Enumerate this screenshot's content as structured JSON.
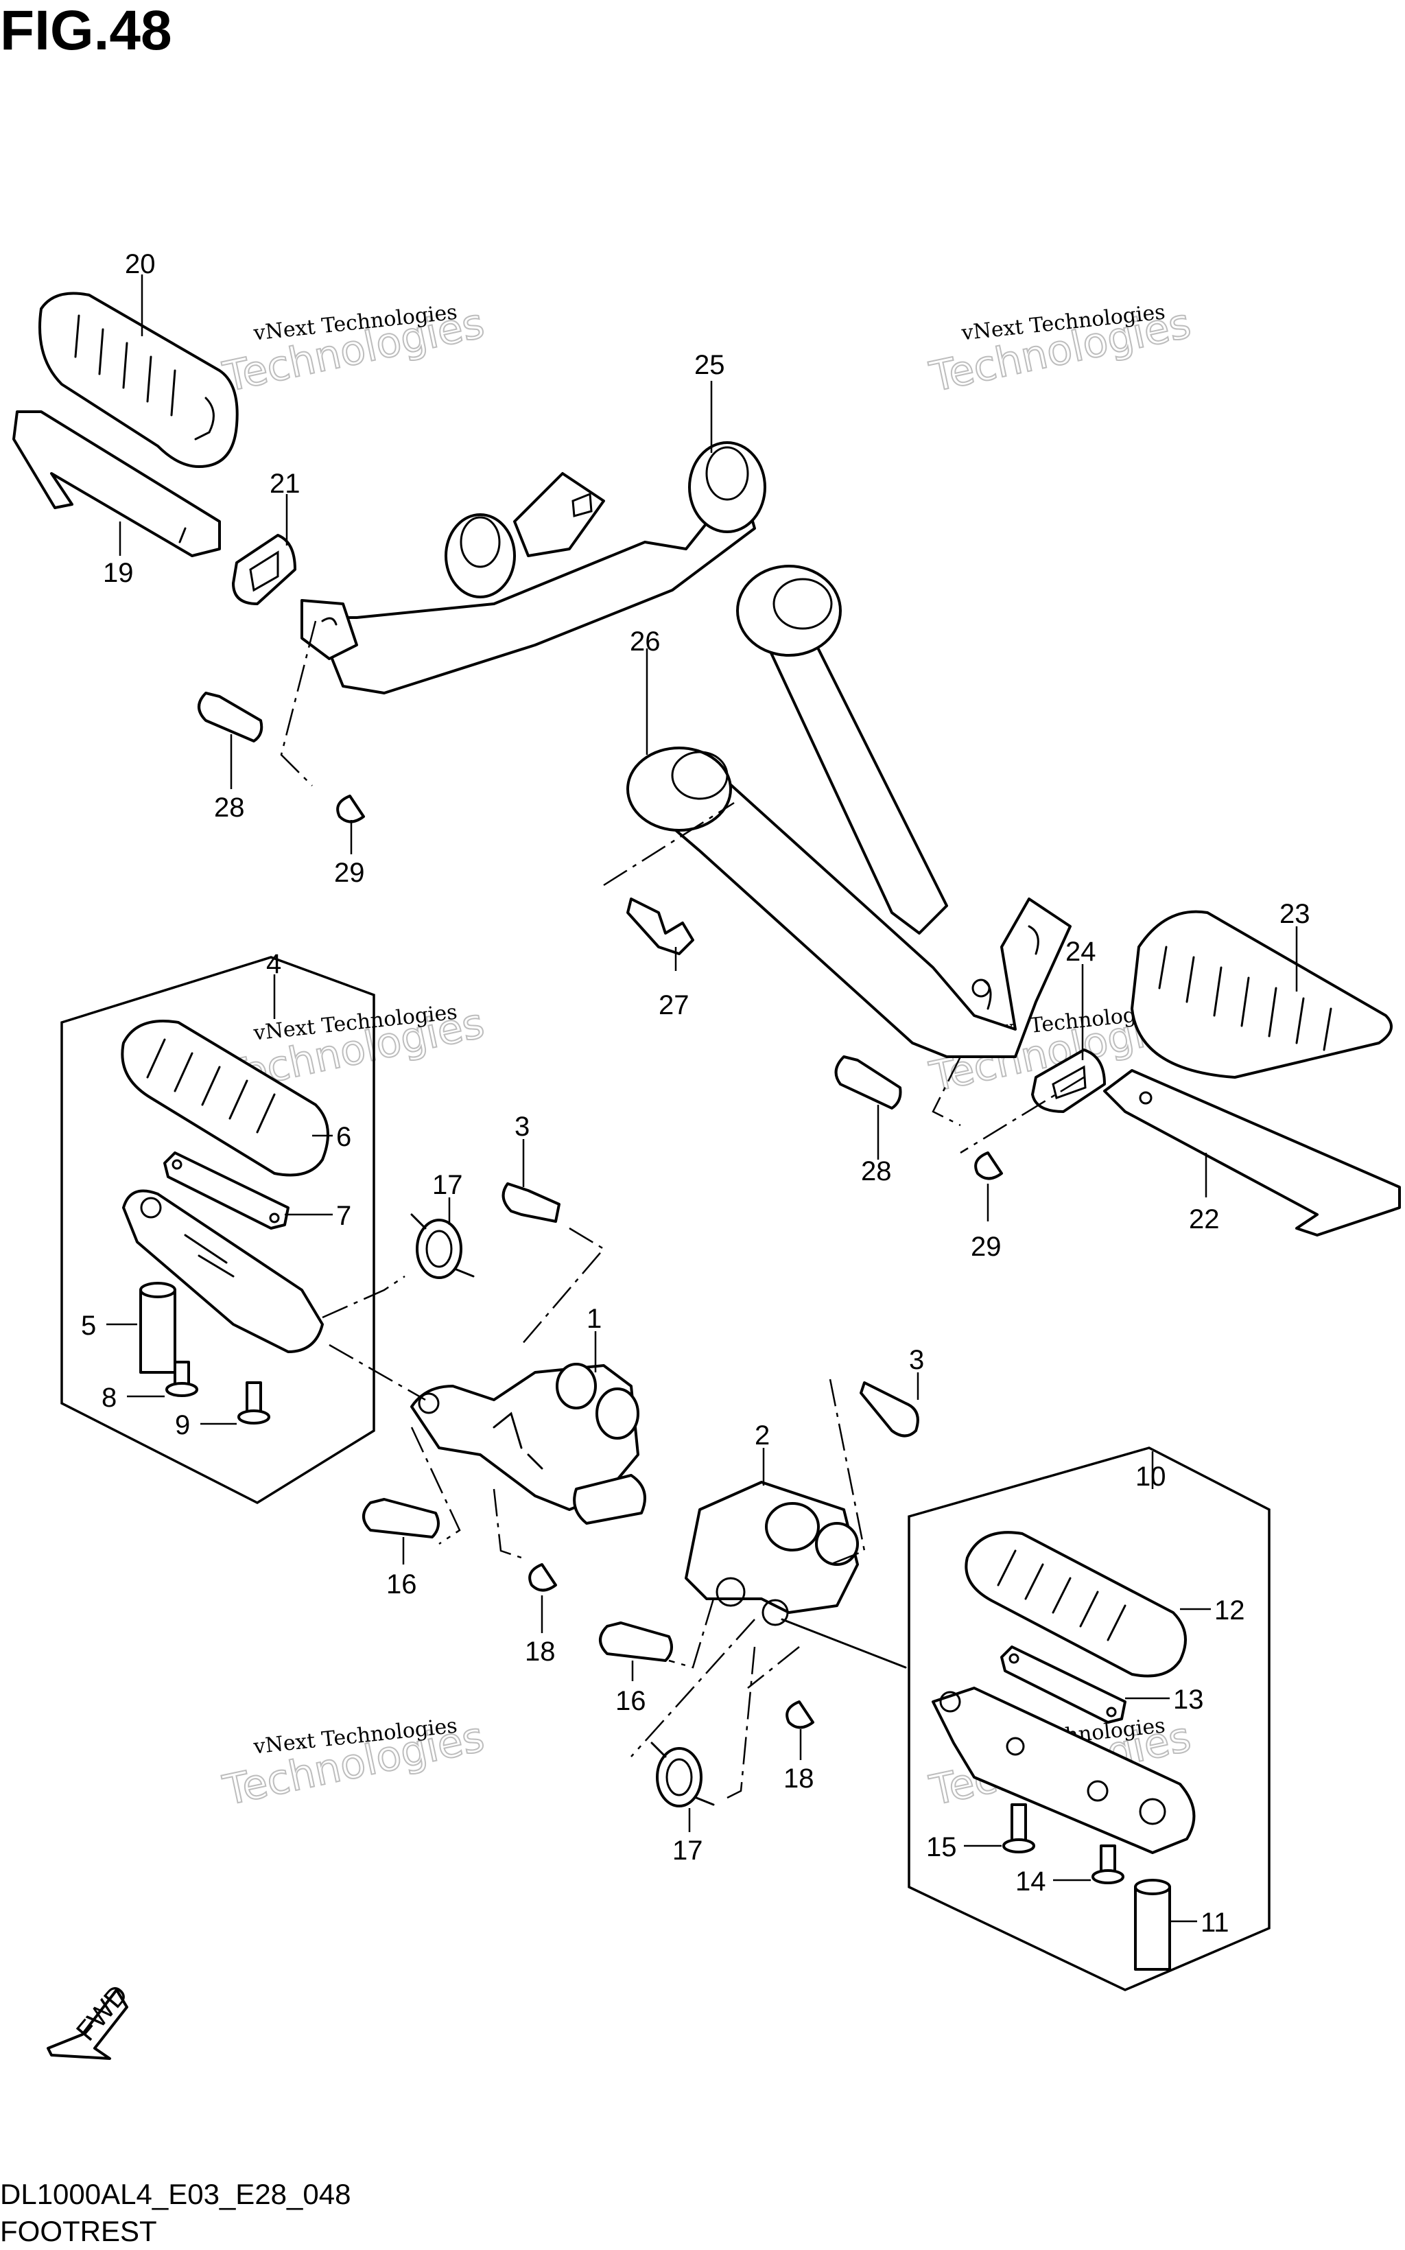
{
  "figure": {
    "title": "FIG.48",
    "code": "DL1000AL4_E03_E28_048",
    "name": "FOOTREST",
    "fwd_label": "FWD"
  },
  "watermark": {
    "line1": "vNext Technologies",
    "line2": "Technologies"
  },
  "callouts": [
    {
      "id": "c20",
      "label": "20"
    },
    {
      "id": "c19",
      "label": "19"
    },
    {
      "id": "c21",
      "label": "21"
    },
    {
      "id": "c25",
      "label": "25"
    },
    {
      "id": "c26",
      "label": "26"
    },
    {
      "id": "c28a",
      "label": "28"
    },
    {
      "id": "c29a",
      "label": "29"
    },
    {
      "id": "c27",
      "label": "27"
    },
    {
      "id": "c23",
      "label": "23"
    },
    {
      "id": "c24",
      "label": "24"
    },
    {
      "id": "c28b",
      "label": "28"
    },
    {
      "id": "c29b",
      "label": "29"
    },
    {
      "id": "c22",
      "label": "22"
    },
    {
      "id": "c4",
      "label": "4"
    },
    {
      "id": "c6",
      "label": "6"
    },
    {
      "id": "c7",
      "label": "7"
    },
    {
      "id": "c5",
      "label": "5"
    },
    {
      "id": "c8",
      "label": "8"
    },
    {
      "id": "c9",
      "label": "9"
    },
    {
      "id": "c3a",
      "label": "3"
    },
    {
      "id": "c17a",
      "label": "17"
    },
    {
      "id": "c1",
      "label": "1"
    },
    {
      "id": "c16a",
      "label": "16"
    },
    {
      "id": "c18a",
      "label": "18"
    },
    {
      "id": "c3b",
      "label": "3"
    },
    {
      "id": "c2",
      "label": "2"
    },
    {
      "id": "c10",
      "label": "10"
    },
    {
      "id": "c12",
      "label": "12"
    },
    {
      "id": "c13",
      "label": "13"
    },
    {
      "id": "c16b",
      "label": "16"
    },
    {
      "id": "c18b",
      "label": "18"
    },
    {
      "id": "c17b",
      "label": "17"
    },
    {
      "id": "c15",
      "label": "15"
    },
    {
      "id": "c14",
      "label": "14"
    },
    {
      "id": "c11",
      "label": "11"
    }
  ]
}
